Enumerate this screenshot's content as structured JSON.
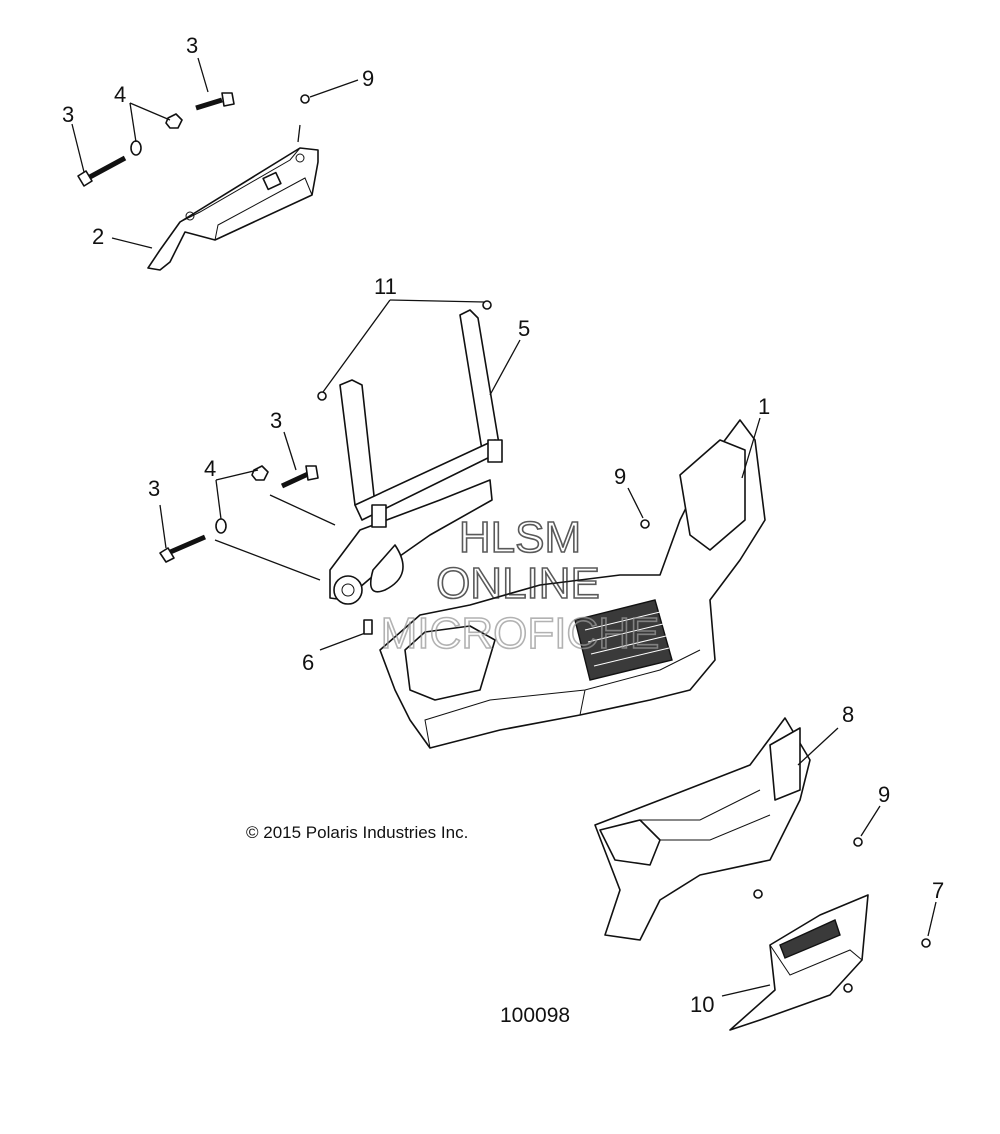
{
  "callouts": {
    "c1": "1",
    "c2": "2",
    "c3a": "3",
    "c3b": "3",
    "c3c": "3",
    "c3d": "3",
    "c4a": "4",
    "c4b": "4",
    "c5": "5",
    "c6": "6",
    "c7": "7",
    "c8": "8",
    "c9a": "9",
    "c9b": "9",
    "c9c": "9",
    "c10": "10",
    "c11": "11"
  },
  "copyright": "© 2015 Polaris Industries Inc.",
  "document_number": "100098",
  "watermark": {
    "line1": "HLSM",
    "line2": "ONLINE",
    "line3": "MICROFICHE"
  }
}
